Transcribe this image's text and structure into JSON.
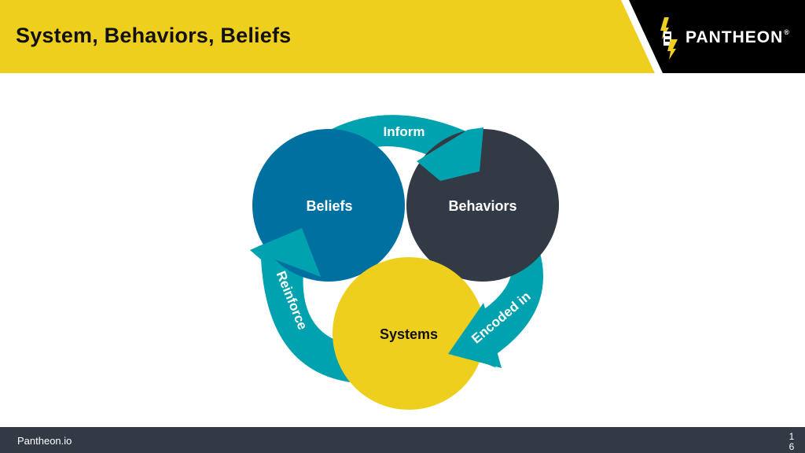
{
  "slide": {
    "title": "System, Behaviors, Beliefs",
    "brand": "PANTHEON",
    "brand_mark": "®"
  },
  "diagram": {
    "nodes": {
      "beliefs": "Beliefs",
      "behaviors": "Behaviors",
      "systems": "Systems"
    },
    "arrows": {
      "inform": "Inform",
      "encoded": "Encoded in",
      "reinforce": "Reinforce"
    }
  },
  "footer": {
    "site": "Pantheon.io",
    "page": "16"
  },
  "colors": {
    "yellow": "#EFCF1E",
    "black": "#000000",
    "teal": "#00A2AF",
    "blue": "#0070A0",
    "navy": "#323A46",
    "footer": "#333945"
  }
}
